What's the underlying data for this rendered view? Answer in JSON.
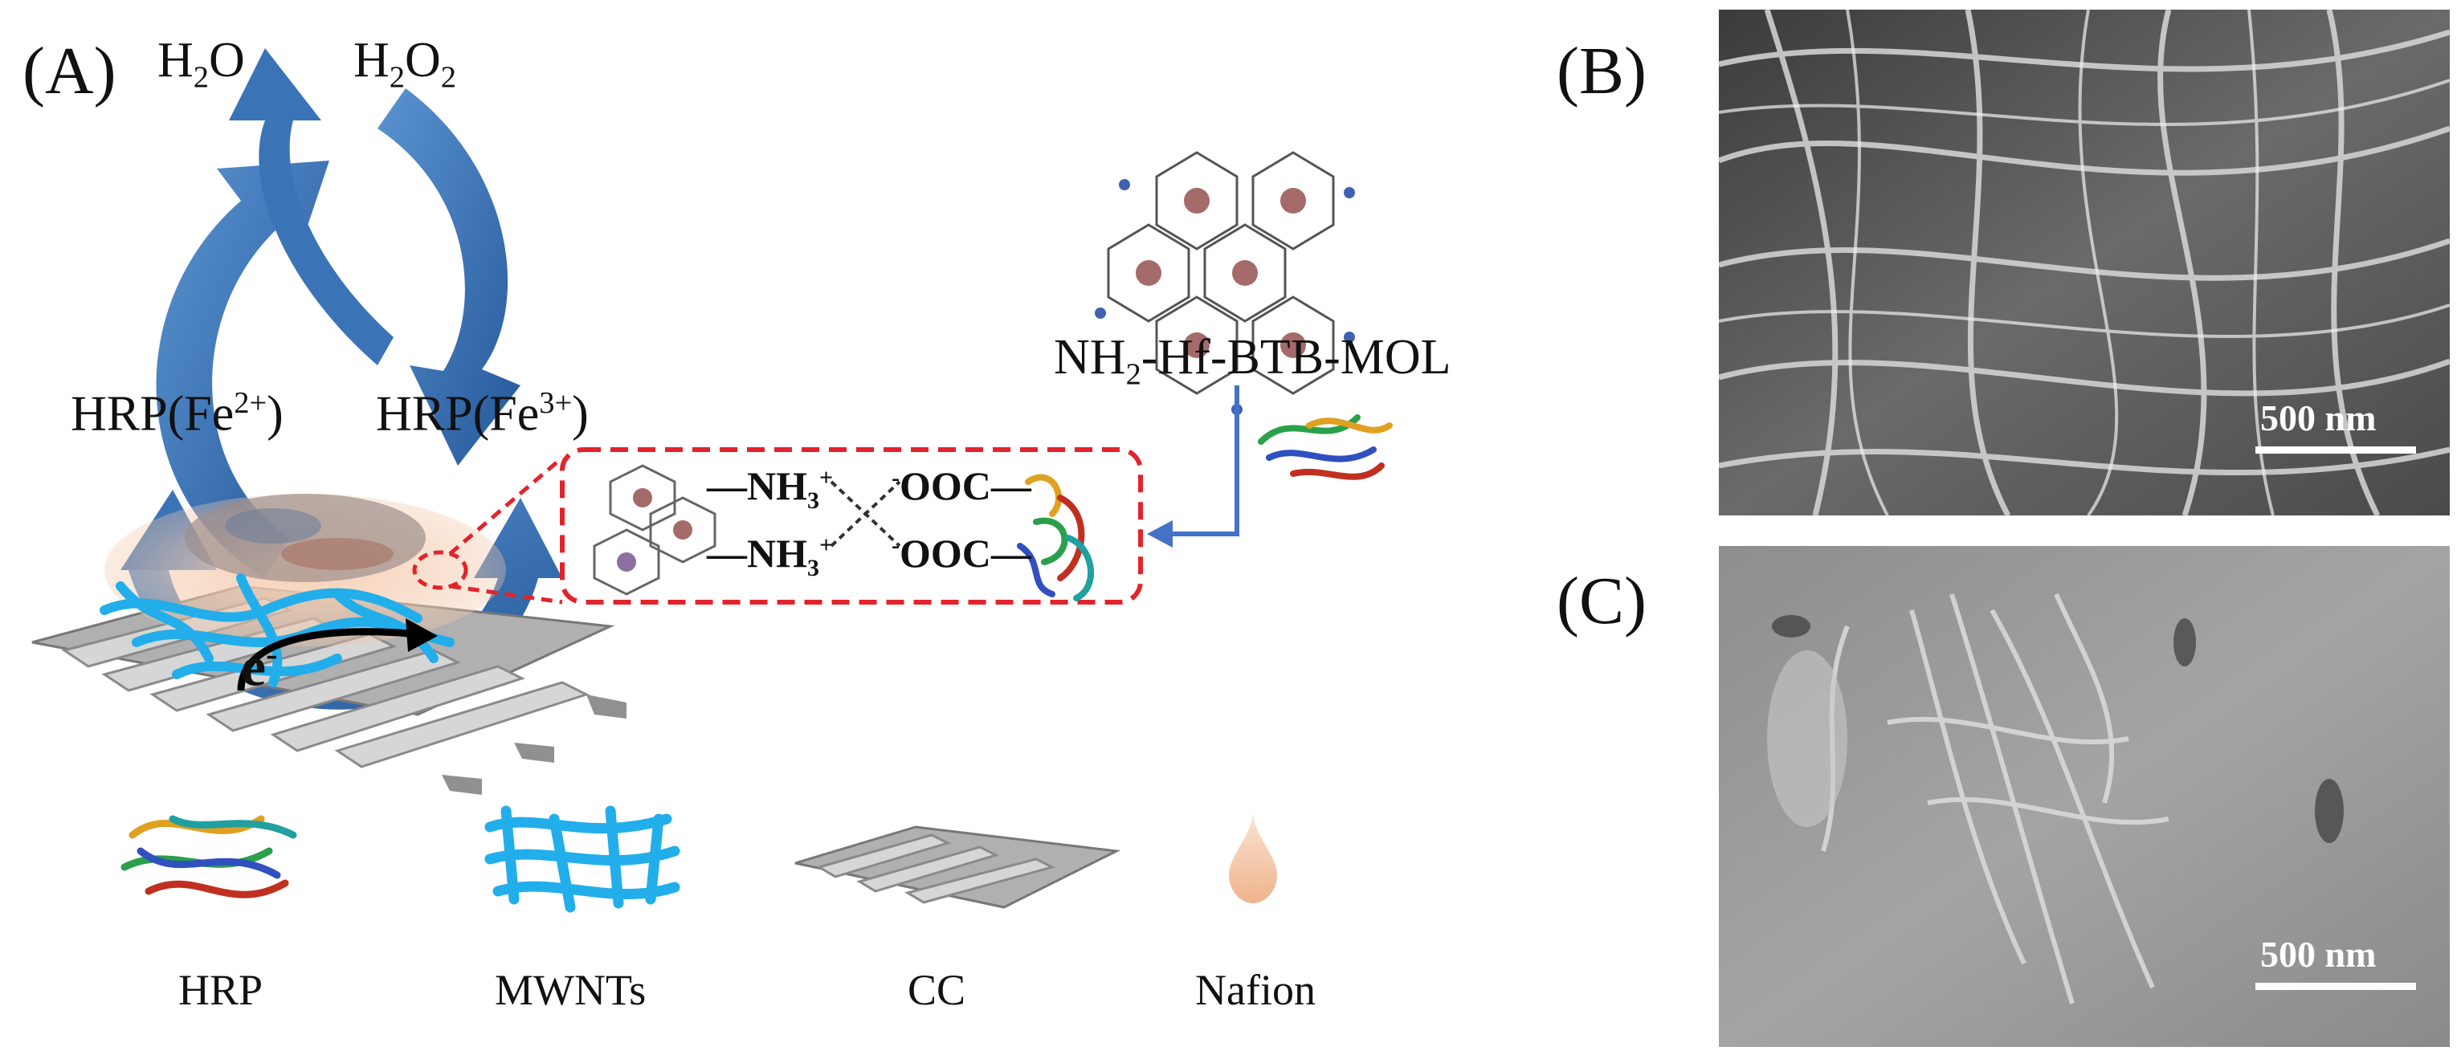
{
  "panels": {
    "a": "(A)",
    "b": "(B)",
    "c": "(C)"
  },
  "cycle": {
    "top_left": {
      "base": "H",
      "sub": "2",
      "rest": "O"
    },
    "top_right": {
      "base": "H",
      "sub1": "2",
      "mid": "O",
      "sub2": "2"
    },
    "bottom_left": {
      "base": "HRP(Fe",
      "sup": "2+",
      "close": ")"
    },
    "bottom_right": {
      "base": "HRP(Fe",
      "sup": "3+",
      "close": ")"
    }
  },
  "electron": {
    "label": "e",
    "sup": "-"
  },
  "mol": {
    "pre": "NH",
    "sub": "2",
    "post": "-Hf-BTB-MOL"
  },
  "bonding": {
    "amine1": {
      "pre": "—NH",
      "sub": "3",
      "sup": "+"
    },
    "amine2": {
      "pre": "—NH",
      "sub": "3",
      "sup": "+"
    },
    "carboxyl1": {
      "sup": "-",
      "text": "OOC—"
    },
    "carboxyl2": {
      "sup": "-",
      "text": "OOC—"
    }
  },
  "legend": [
    {
      "label": "HRP"
    },
    {
      "label": "MWNTs"
    },
    {
      "label": "CC"
    },
    {
      "label": "Nafion"
    }
  ],
  "scale_bars": {
    "b": "500 nm",
    "c": "500 nm"
  },
  "colors": {
    "arrow_blue": "#2f67ab",
    "arrow_blue_light": "#4f86c6",
    "nanotube_blue": "#22aeea",
    "dashed_red": "#e3232b",
    "connector_blue": "#4472c4",
    "cloth_gray": "#b5b5b5",
    "sem_gray": "#5a5a5a"
  }
}
